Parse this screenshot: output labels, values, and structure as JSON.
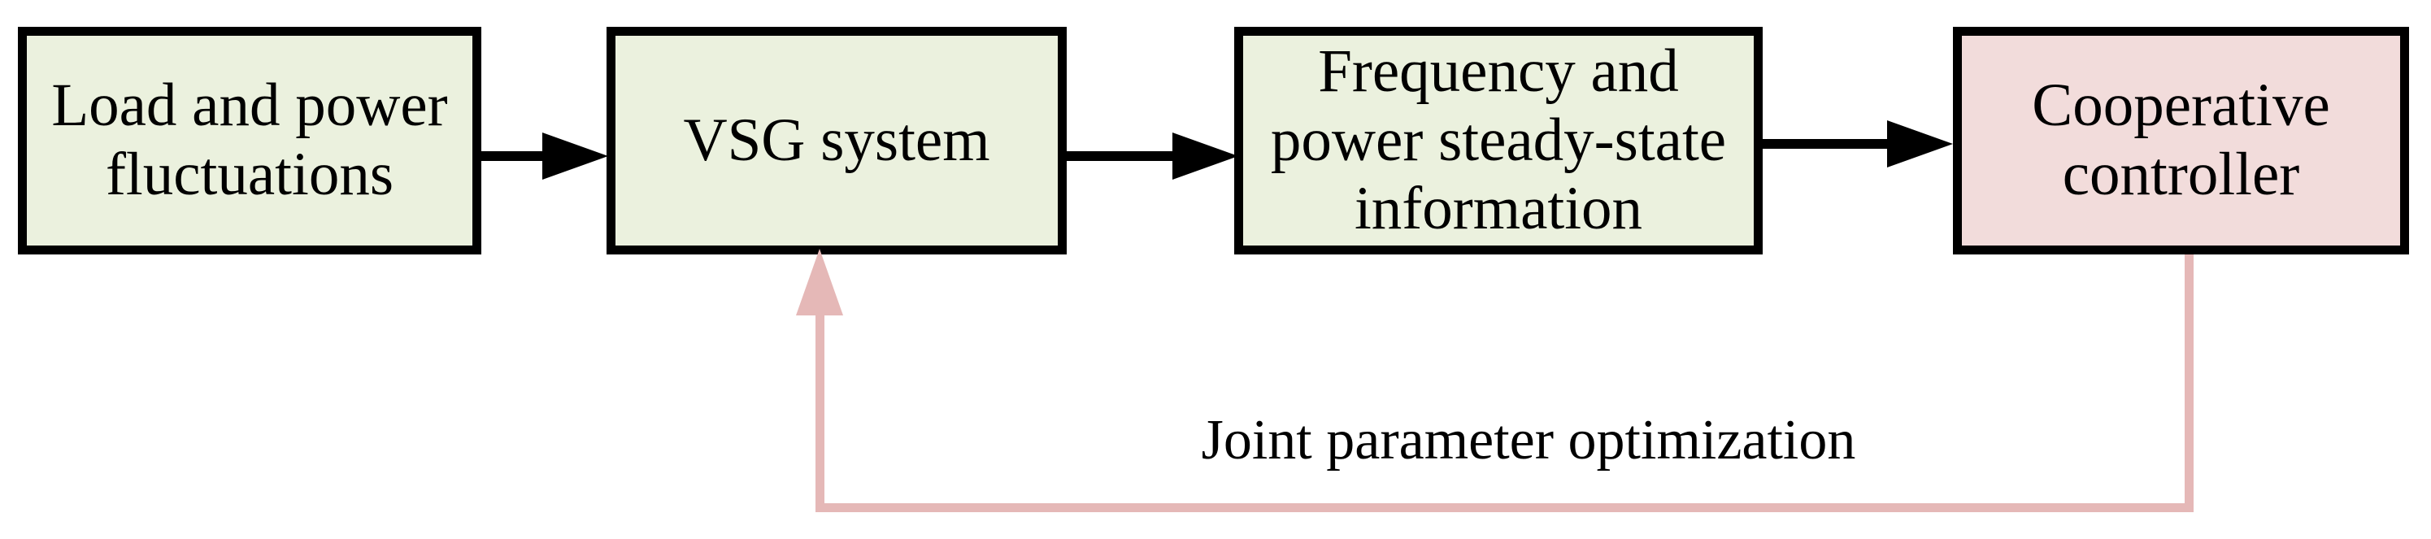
{
  "diagram": {
    "nodes": [
      {
        "id": "load-power-fluctuations",
        "label": "Load and power\nfluctuations",
        "fill": "green"
      },
      {
        "id": "vsg-system",
        "label": "VSG system",
        "fill": "green"
      },
      {
        "id": "frequency-power-steady-state-information",
        "label": "Frequency and\npower steady-state\ninformation",
        "fill": "green"
      },
      {
        "id": "cooperative-controller",
        "label": "Cooperative\ncontroller",
        "fill": "pink"
      }
    ],
    "edges": [
      {
        "from": "load-power-fluctuations",
        "to": "vsg-system",
        "type": "arrow",
        "color": "black"
      },
      {
        "from": "vsg-system",
        "to": "frequency-power-steady-state-information",
        "type": "arrow",
        "color": "black"
      },
      {
        "from": "frequency-power-steady-state-information",
        "to": "cooperative-controller",
        "type": "arrow",
        "color": "black"
      },
      {
        "from": "cooperative-controller",
        "to": "vsg-system",
        "type": "feedback-arrow",
        "color": "pink",
        "label": "Joint parameter optimization"
      }
    ]
  },
  "colors": {
    "node_green_fill": "#EBF1DE",
    "node_pink_fill": "#F2DCDB",
    "feedback_pink": "#E5B8B7",
    "arrow_black": "#000000",
    "text": "#000000",
    "background": "#FFFFFF"
  }
}
